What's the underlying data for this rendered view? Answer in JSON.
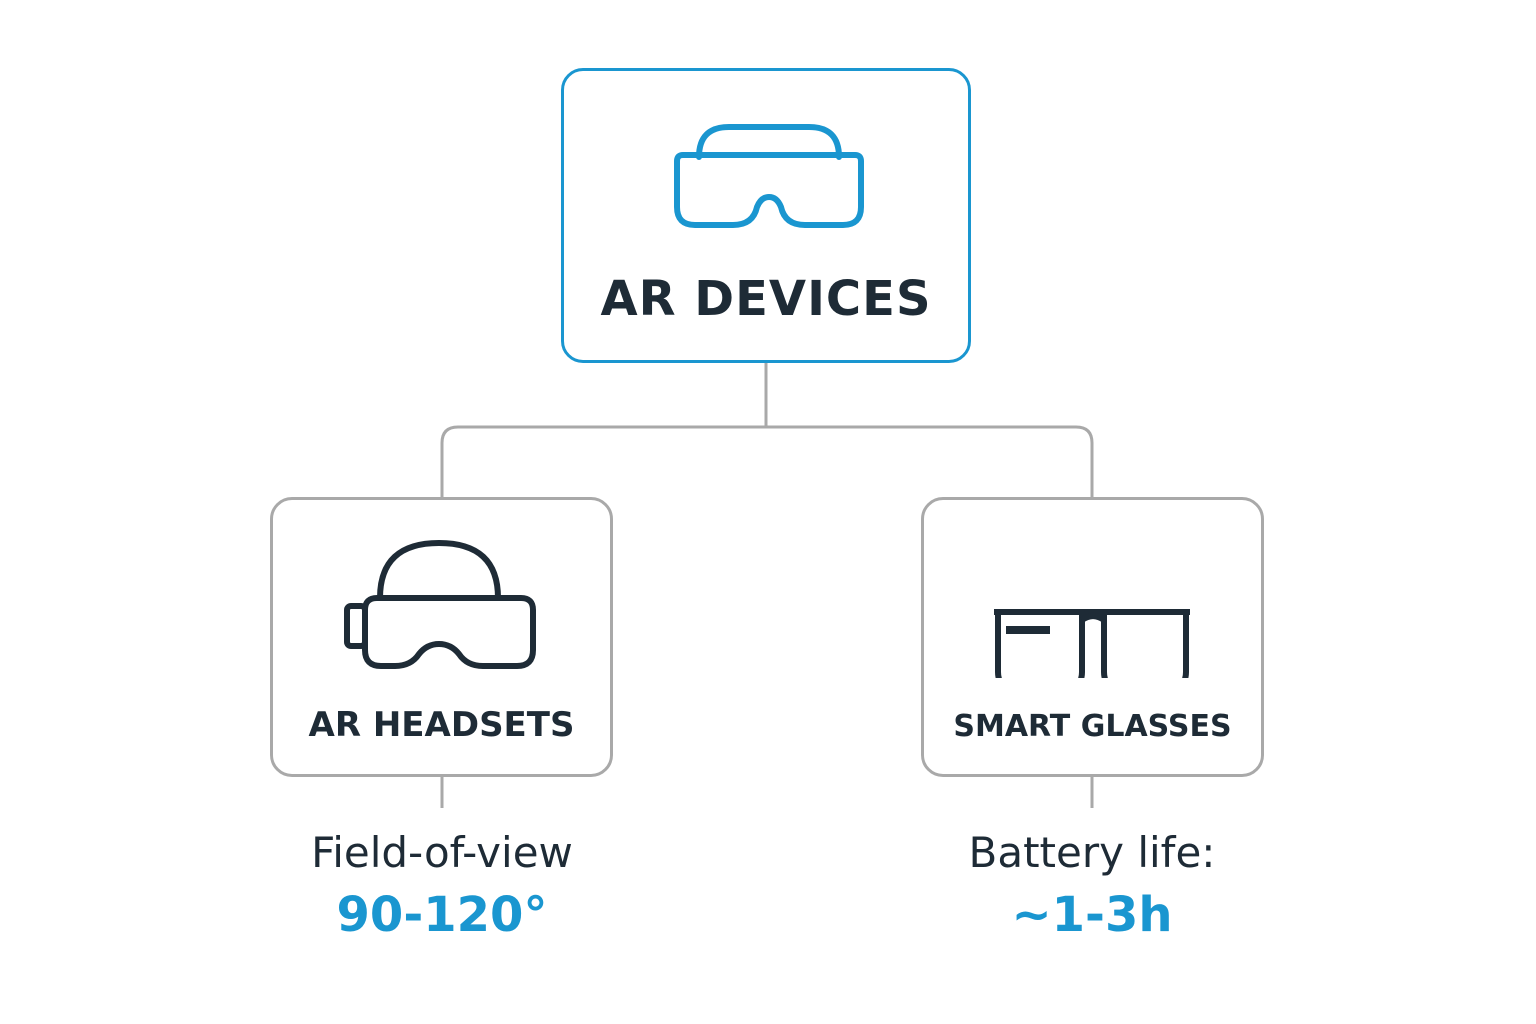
{
  "colors": {
    "accent": "#1a96d0",
    "text": "#1e2b36",
    "connector": "#a9a9a9",
    "child_border": "#a9a9a9"
  },
  "root": {
    "label": "AR DEVICES",
    "icon": "ar-goggles-icon"
  },
  "children": [
    {
      "label": "AR HEADSETS",
      "icon": "ar-headset-icon",
      "spec_label": "Field-of-view",
      "spec_value": "90-120°"
    },
    {
      "label": "SMART GLASSES",
      "icon": "smart-glasses-icon",
      "spec_label": "Battery life:",
      "spec_value": "~1-3h"
    }
  ]
}
